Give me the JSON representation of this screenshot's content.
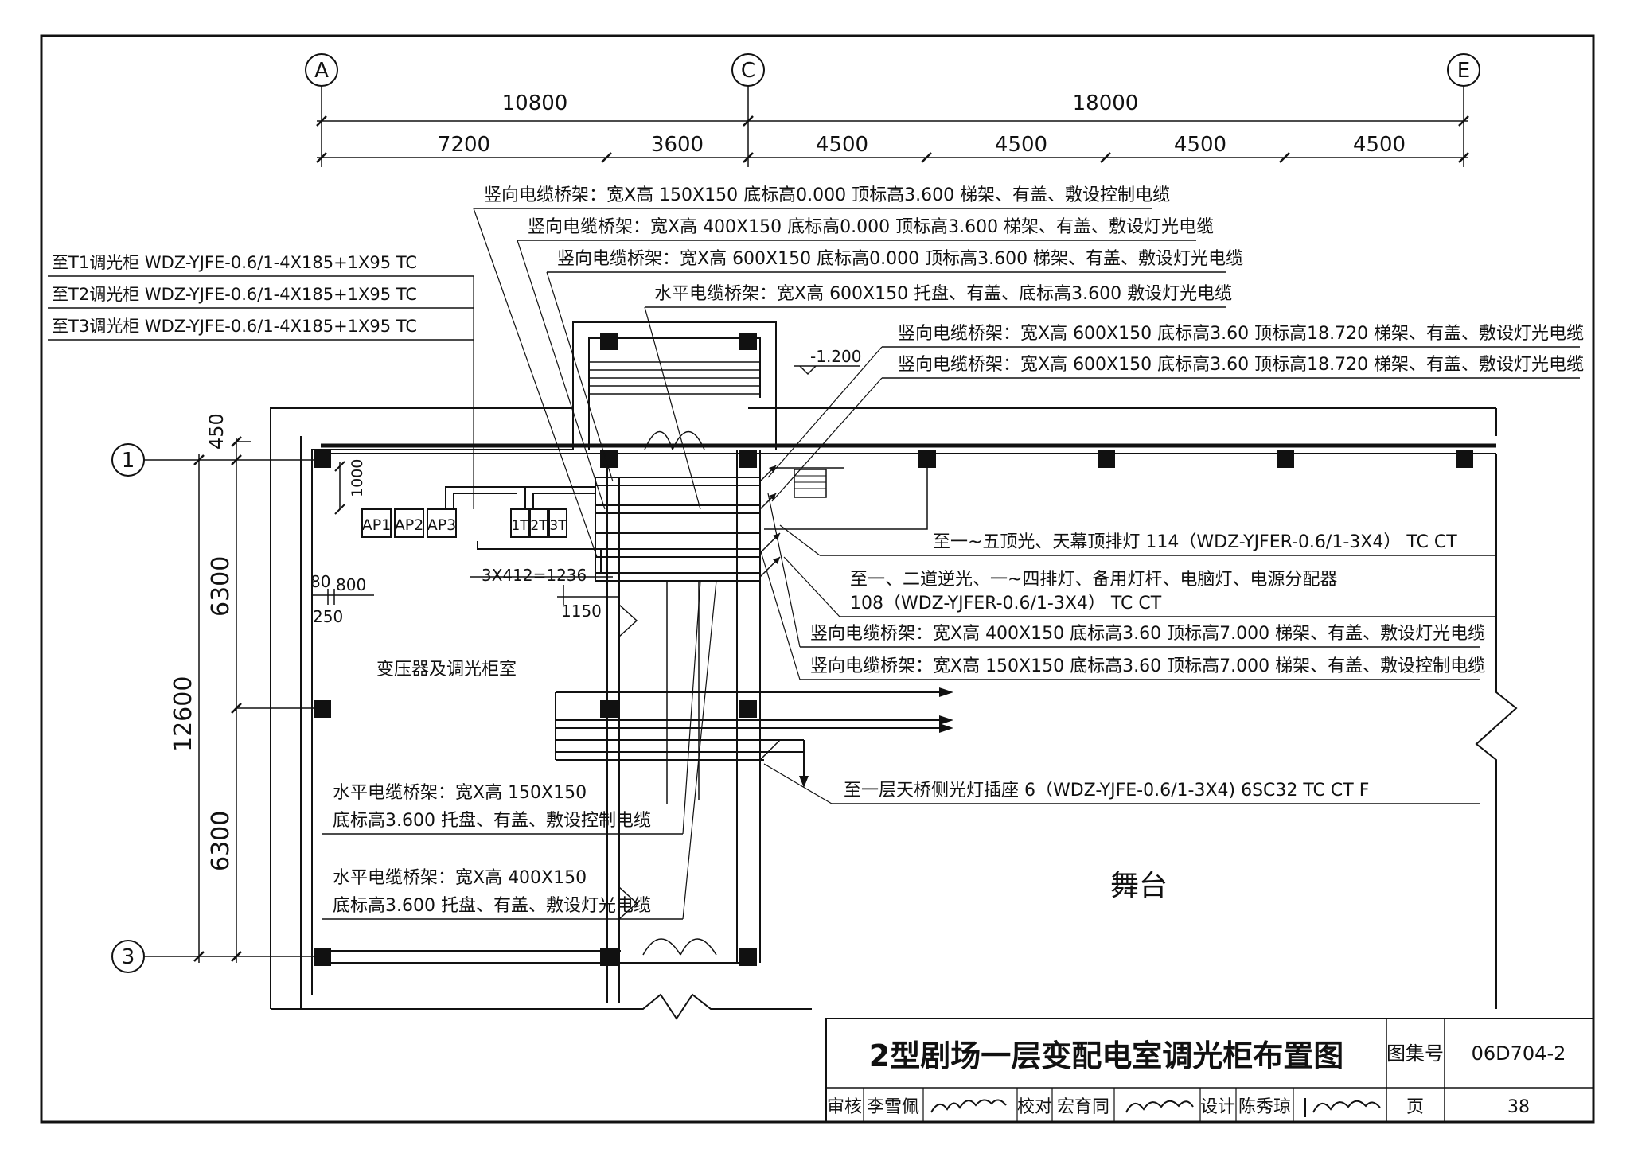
{
  "axes": {
    "letters": [
      "A",
      "C",
      "E"
    ],
    "numbers": [
      "1",
      "3"
    ]
  },
  "dims": {
    "top_major": [
      "10800",
      "18000"
    ],
    "top_minor": [
      "7200",
      "3600",
      "4500",
      "4500",
      "4500",
      "4500"
    ],
    "left": [
      "450",
      "6300",
      "12600",
      "6300"
    ],
    "inner": {
      "d1000": "1000",
      "d80": "80",
      "d800": "800",
      "d250": "250",
      "d3x412": "3X412=1236",
      "d1150": "1150"
    }
  },
  "elevation": "-1.200",
  "equipment": [
    "AP1",
    "AP2",
    "AP3",
    "1T",
    "2T",
    "3T"
  ],
  "rooms": {
    "transformer_room": "变压器及调光柜室",
    "stage": "舞台"
  },
  "callouts_top": [
    "竖向电缆桥架：宽X高  150X150  底标高0.000  顶标高3.600  梯架、有盖、敷设控制电缆",
    "竖向电缆桥架：宽X高  400X150  底标高0.000  顶标高3.600  梯架、有盖、敷设灯光电缆",
    "竖向电缆桥架：宽X高  600X150  底标高0.000  顶标高3.600  梯架、有盖、敷设灯光电缆",
    "水平电缆桥架：宽X高  600X150  托盘、有盖、底标高3.600  敷设灯光电缆"
  ],
  "callouts_left": [
    "至T1调光柜  WDZ-YJFE-0.6/1-4X185+1X95  TC",
    "至T2调光柜  WDZ-YJFE-0.6/1-4X185+1X95  TC",
    "至T3调光柜  WDZ-YJFE-0.6/1-4X185+1X95  TC"
  ],
  "callouts_right_top": [
    "竖向电缆桥架：宽X高  600X150  底标高3.60  顶标高18.720  梯架、有盖、敷设灯光电缆",
    "竖向电缆桥架：宽X高  600X150  底标高3.60  顶标高18.720  梯架、有盖、敷设灯光电缆"
  ],
  "callouts_right_mid": [
    "至一~五顶光、天幕顶排灯  114（WDZ-YJFER-0.6/1-3X4）  TC  CT",
    "至一、二道逆光、一~四排灯、备用灯杆、电脑灯、电源分配器",
    "108（WDZ-YJFER-0.6/1-3X4）     TC  CT",
    "竖向电缆桥架：宽X高  400X150  底标高3.60  顶标高7.000  梯架、有盖、敷设灯光电缆",
    "竖向电缆桥架：宽X高  150X150  底标高3.60  顶标高7.000  梯架、有盖、敷设控制电缆"
  ],
  "callout_bridge": "至一层天桥侧光灯插座  6（WDZ-YJFE-0.6/1-3X4)  6SC32  TC  CT  F",
  "callouts_lower_left": [
    "水平电缆桥架：宽X高  150X150",
    "底标高3.600  托盘、有盖、敷设控制电缆",
    "水平电缆桥架：宽X高  400X150",
    "底标高3.600  托盘、有盖、敷设灯光电缆"
  ],
  "title_block": {
    "title": "2型剧场一层变配电室调光柜布置图",
    "atlas_label": "图集号",
    "atlas_no": "06D704-2",
    "review_label": "审核",
    "reviewer": "李雪佩",
    "check_label": "校对",
    "checker": "宏育同",
    "design_label": "设计",
    "designer": "陈秀琼",
    "page_label": "页",
    "page_no": "38"
  }
}
